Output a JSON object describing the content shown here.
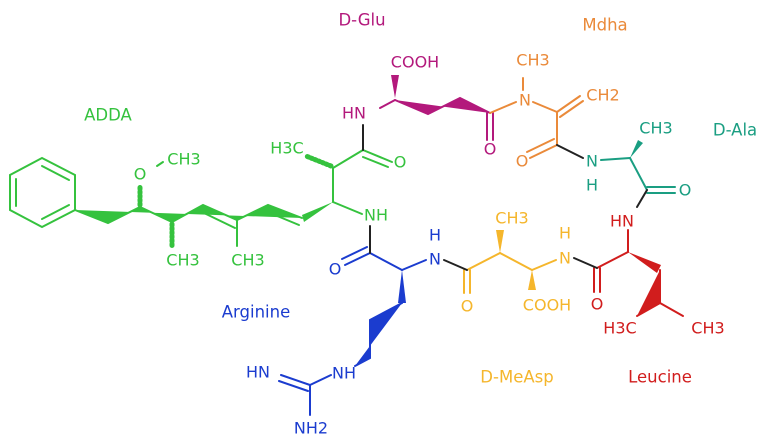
{
  "labels": {
    "dglu": "D-Glu",
    "mdha": "Mdha",
    "adda": "ADDA",
    "dala": "D-Ala",
    "arginine": "Arginine",
    "dmeasp": "D-MeAsp",
    "leucine": "Leucine"
  },
  "atoms": {
    "glu_cooh": "COOH",
    "glu_hn": "HN",
    "glu_o": "O",
    "mdha_ch3": "CH3",
    "mdha_n": "N",
    "mdha_ch2": "CH2",
    "mdha_o": "O",
    "ala_ch3": "CH3",
    "ala_n": "N",
    "ala_h": "H",
    "ala_o": "O",
    "leu_hn": "HN",
    "leu_o": "O",
    "leu_h3c": "H3C",
    "leu_ch3": "CH3",
    "measp_ch3": "CH3",
    "measp_h": "H",
    "measp_n": "N",
    "measp_cooh": "COOH",
    "measp_o": "O",
    "arg_h": "H",
    "arg_n": "N",
    "arg_o": "O",
    "arg_nh_top": "NH",
    "arg_nh": "NH",
    "arg_hn": "HN",
    "arg_nh2": "NH2",
    "adda_h3c": "H3C",
    "adda_o_carbonyl": "O",
    "adda_o_methoxy": "O",
    "adda_och3": "CH3",
    "adda_ch3_a": "CH3",
    "adda_ch3_b": "CH3"
  },
  "colors": {
    "adda": "#35c23e",
    "dglu": "#b3197c",
    "mdha": "#ea8a3a",
    "dala": "#1a9e82",
    "arginine": "#1b3ccf",
    "dmeasp": "#f5b62c",
    "leucine": "#d11d1d"
  }
}
